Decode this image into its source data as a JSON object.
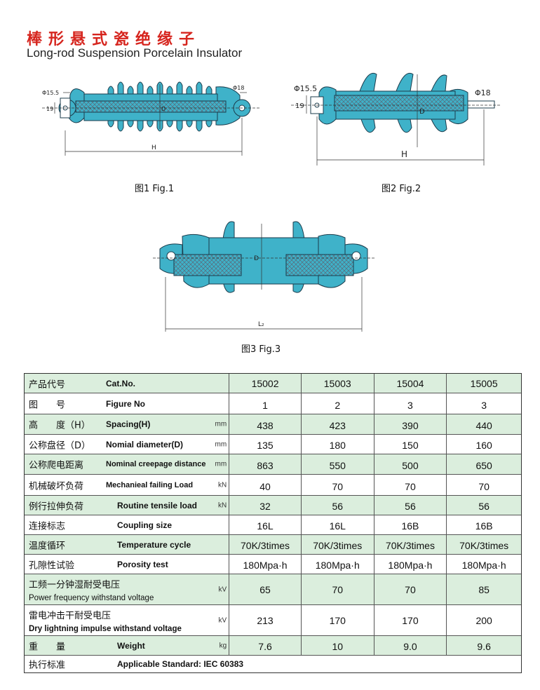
{
  "title": {
    "cn": "棒形悬式瓷绝缘子",
    "en": "Long-rod Suspension Porcelain Insulator"
  },
  "figures": [
    {
      "caption": "图1  Fig.1",
      "labels": {
        "phi_left": "Φ15.5",
        "phi_right": "Φ18",
        "pin": "19",
        "diameter": "D",
        "height": "H"
      }
    },
    {
      "caption": "图2  Fig.2",
      "labels": {
        "phi_left": "Φ15.5",
        "phi_right": "Φ18",
        "pin": "19",
        "diameter": "D",
        "height": "H"
      }
    },
    {
      "caption": "图3  Fig.3",
      "labels": {
        "diameter": "D",
        "length": "L₂"
      }
    }
  ],
  "colors": {
    "title_red": "#d6251e",
    "porcelain_blue": "#3fb2c9",
    "hatch": "#6a7a8a",
    "row_green": "#dbeedd"
  },
  "table": {
    "rows": [
      {
        "cn": "产品代号",
        "en": "Cat.No.",
        "unit": "",
        "values": [
          "15002",
          "15003",
          "15004",
          "15005"
        ],
        "shaded": true
      },
      {
        "cn": "图　　号",
        "en": "Figure No",
        "unit": "",
        "values": [
          "1",
          "2",
          "3",
          "3"
        ],
        "shaded": false
      },
      {
        "cn": "高　　度（H）",
        "en": "Spacing(H)",
        "unit": "mm",
        "values": [
          "438",
          "423",
          "390",
          "440"
        ],
        "shaded": true
      },
      {
        "cn": "公称盘径（D）",
        "en": "Nomial diameter(D)",
        "unit": "mm",
        "values": [
          "135",
          "180",
          "150",
          "160"
        ],
        "shaded": false
      },
      {
        "cn": "公称爬电距离",
        "en": "Nominal creepage distance",
        "unit": "mm",
        "values": [
          "863",
          "550",
          "500",
          "650"
        ],
        "shaded": true
      },
      {
        "cn": "机械破坏负荷",
        "en": "Mechanieal failing Load",
        "unit": "kN",
        "values": [
          "40",
          "70",
          "70",
          "70"
        ],
        "shaded": false
      },
      {
        "cn": "例行拉伸负荷",
        "en": "Routine tensile load",
        "unit": "kN",
        "values": [
          "32",
          "56",
          "56",
          "56"
        ],
        "shaded": true
      },
      {
        "cn": "连接标志",
        "en": "Coupling size",
        "unit": "",
        "values": [
          "16L",
          "16L",
          "16B",
          "16B"
        ],
        "shaded": false
      },
      {
        "cn": "温度循环",
        "en": "Temperature cycle",
        "unit": "",
        "values": [
          "70K/3times",
          "70K/3times",
          "70K/3times",
          "70K/3times"
        ],
        "shaded": true
      },
      {
        "cn": "孔隙性试验",
        "en": "Porosity test",
        "unit": "",
        "values": [
          "180Mpa·h",
          "180Mpa·h",
          "180Mpa·h",
          "180Mpa·h"
        ],
        "shaded": false
      },
      {
        "cn": "工频一分钟湿耐受电压",
        "en": "Power frequency withstand voltage",
        "unit": "kV",
        "values": [
          "65",
          "70",
          "70",
          "85"
        ],
        "shaded": true
      },
      {
        "cn": "雷电冲击干耐受电压",
        "en": "Dry lightning impulse withstand voltage",
        "unit": "kV",
        "values": [
          "213",
          "170",
          "170",
          "200"
        ],
        "shaded": false
      },
      {
        "cn": "重　　量",
        "en": "Weight",
        "unit": "kg",
        "values": [
          "7.6",
          "10",
          "9.0",
          "9.6"
        ],
        "shaded": true
      }
    ],
    "standard": {
      "cn": "执行标准",
      "text": "Applicable  Standard:   IEC 60383"
    }
  }
}
